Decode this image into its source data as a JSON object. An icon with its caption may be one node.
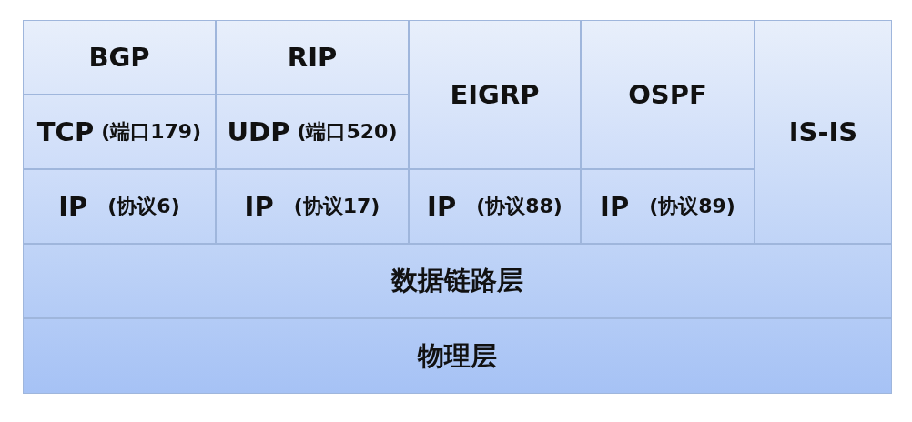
{
  "diagram": {
    "nodes": [
      {
        "text": [
          "BGP"
        ]
      },
      {
        "text": [
          "RIP"
        ]
      },
      {
        "text": [
          "EIGRP"
        ]
      },
      {
        "text": [
          "OSPF"
        ]
      },
      {
        "text": [
          "IS-IS"
        ]
      },
      {
        "text": [
          "TCP",
          "(端口179)"
        ]
      },
      {
        "text": [
          "UDP",
          "(端口520)"
        ]
      },
      {
        "text": [
          "IP",
          "(协议6)"
        ]
      },
      {
        "text": [
          "IP",
          "(协议17)"
        ]
      },
      {
        "text": [
          "IP",
          "(协议88)"
        ]
      },
      {
        "text": [
          "IP",
          "(协议89)"
        ]
      },
      {
        "text": [
          "数据链路层"
        ]
      },
      {
        "text": [
          "物理层"
        ]
      }
    ],
    "edges": []
  }
}
